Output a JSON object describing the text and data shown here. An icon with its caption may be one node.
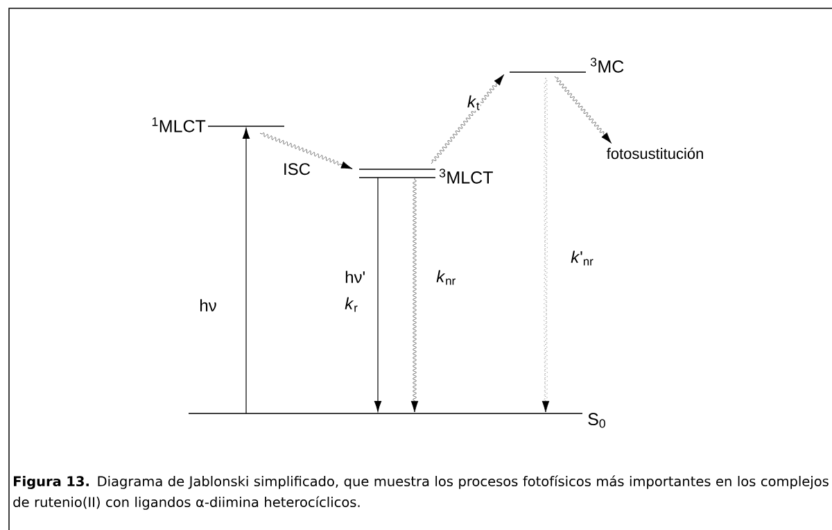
{
  "diagram": {
    "caption": "**Figura 13.** Diagrama de Jablonski simplificado, que muestra los procesos fotofísicos más importantes en los complejos de rutenio(II) con ligandos α-diimina heterocíclicos.",
    "nodes": [
      {
        "text": [
          "$^{1}$MLCT"
        ]
      },
      {
        "text": [
          "$^{3}$MLCT"
        ]
      },
      {
        "text": [
          "$^{3}$MC"
        ]
      },
      {
        "text": [
          "S$_{0}$"
        ]
      },
      {
        "text": [
          "fotosustitución"
        ]
      }
    ],
    "edges": [
      {
        "from": 3,
        "to": 0,
        "arrow": "to",
        "label": "hν",
        "color": "#000000"
      },
      {
        "from": 0,
        "to": 1,
        "arrow": "to",
        "label": "ISC"
      },
      {
        "from": 1,
        "to": 2,
        "arrow": "to",
        "label": "*k*$_{t}$"
      },
      {
        "from": 2,
        "to": 4,
        "arrow": "to"
      },
      {
        "from": 1,
        "to": 3,
        "arrow": "to",
        "label": "hν' *k*$_{r}$",
        "color": "#000000"
      },
      {
        "from": 1,
        "to": 3,
        "arrow": "to",
        "label": "*k*$_{nr}$"
      },
      {
        "from": 2,
        "to": 3,
        "arrow": "to",
        "label": "*k*'$_{nr}$",
        "style": "dashed"
      }
    ]
  }
}
